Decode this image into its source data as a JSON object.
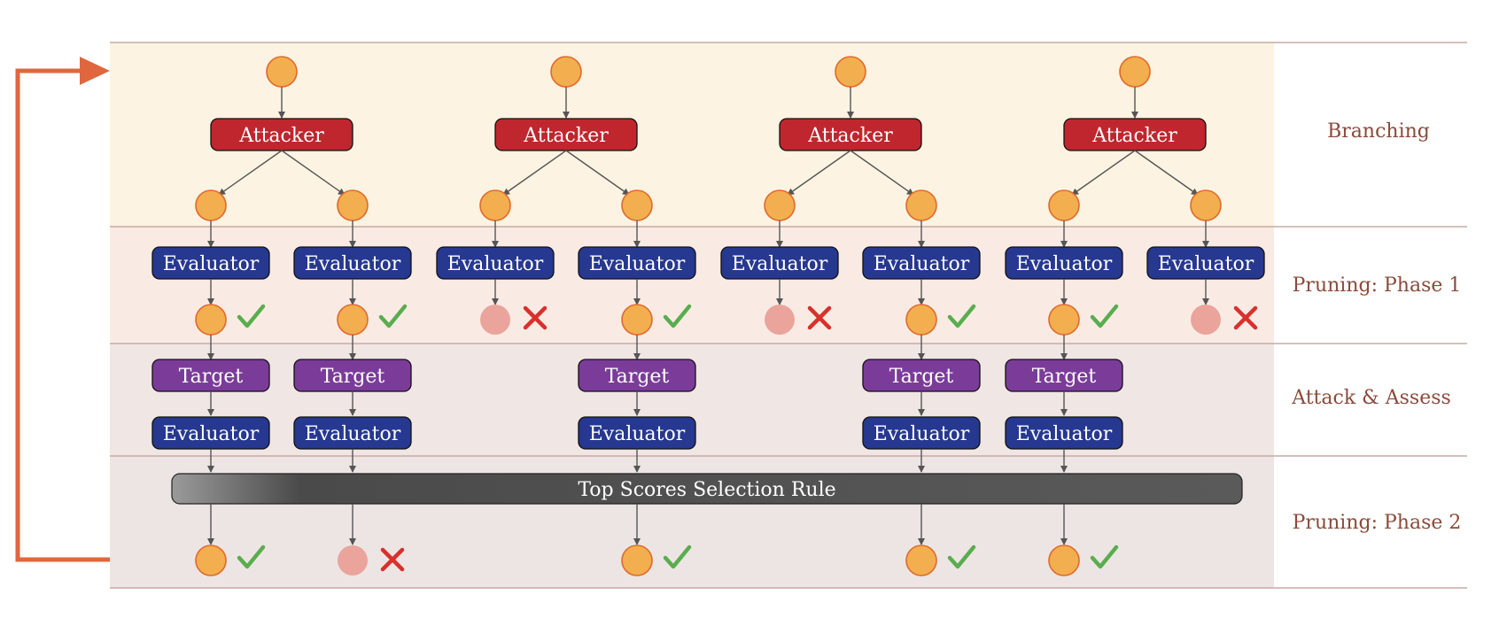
{
  "phases": [
    {
      "label": "Branching"
    },
    {
      "label": "Pruning: Phase 1"
    },
    {
      "label": "Attack & Assess"
    },
    {
      "label": "Pruning: Phase 2"
    }
  ],
  "labels": {
    "attacker": "Attacker",
    "evaluator": "Evaluator",
    "target": "Target",
    "selection_rule": "Top Scores Selection Rule"
  },
  "colors": {
    "attacker": "#c0262e",
    "evaluator": "#26388f",
    "target": "#7b3c99",
    "node_active": "#f2ae4f",
    "node_pruned": "#eaa49c",
    "check": "#5aad4e",
    "cross": "#d9302c",
    "loop_arrow": "#e0663e"
  },
  "trees": 4,
  "branches_per_attacker": 2,
  "phase1_survivors": [
    true,
    true,
    false,
    true,
    false,
    true,
    true,
    false
  ],
  "phase2_survivors": [
    true,
    false,
    null,
    true,
    null,
    true,
    true,
    null
  ],
  "icons": [
    "check-icon",
    "cross-icon",
    "loop-arrow-icon"
  ]
}
